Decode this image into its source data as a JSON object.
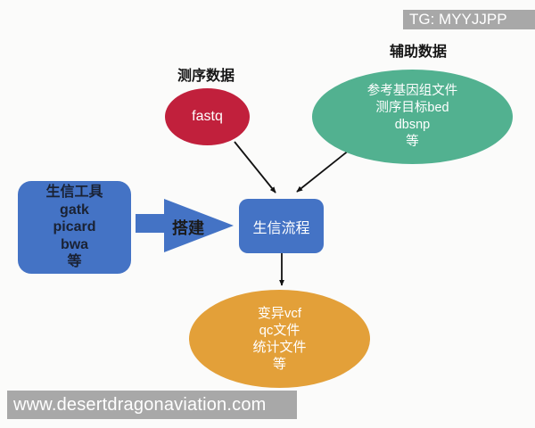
{
  "watermark_top": {
    "text": "TG: MYYJJPP"
  },
  "watermark_bottom": {
    "text": "www.desertdragonaviation.com"
  },
  "diagram": {
    "sequencing_label": "测序数据",
    "auxiliary_label": "辅助数据",
    "fastq_node": {
      "text": "fastq",
      "color": "#c1203c"
    },
    "auxiliary_node": {
      "color": "#52b190",
      "lines": [
        "参考基因组文件",
        "测序目标bed",
        "dbsnp",
        "等"
      ]
    },
    "tools_node": {
      "color": "#4473c5",
      "lines": [
        "生信工具",
        "gatk",
        "picard",
        "bwa",
        "等"
      ]
    },
    "build_label": "搭建",
    "pipeline_node": {
      "text": "生信流程",
      "color": "#4473c5"
    },
    "output_node": {
      "color": "#e3a039",
      "lines": [
        "变异vcf",
        "qc文件",
        "统计文件",
        "等"
      ]
    }
  },
  "colors": {
    "watermark_bar": "#a8a8a8",
    "arrow_line": "#111111",
    "background": "#fbfbfa"
  }
}
